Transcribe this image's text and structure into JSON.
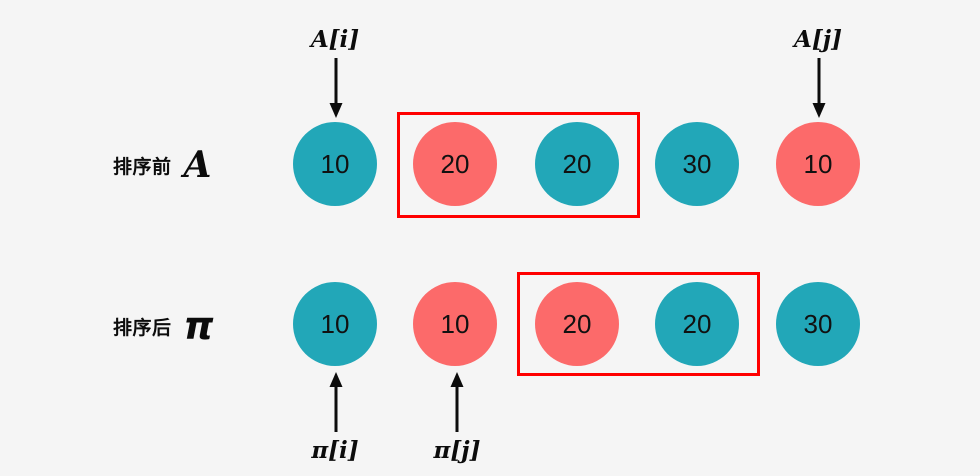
{
  "figure": {
    "background_color": "#f5f5f5",
    "highlight_color": "#ff0000",
    "teal_color": "#22a7b8",
    "salmon_color": "#fc6a6a",
    "text_color": "#0c0c0c"
  },
  "rows": [
    {
      "id": "before",
      "label_cn": "排序前",
      "label_symbol": "A",
      "values": [
        "10",
        "20",
        "20",
        "30",
        "10"
      ],
      "colors": [
        "teal",
        "salmon",
        "teal",
        "teal",
        "salmon"
      ],
      "highlight_indices": [
        1,
        2
      ]
    },
    {
      "id": "after",
      "label_cn": "排序后",
      "label_symbol": "π",
      "values": [
        "10",
        "10",
        "20",
        "20",
        "30"
      ],
      "colors": [
        "teal",
        "salmon",
        "salmon",
        "teal",
        "teal"
      ],
      "highlight_indices": [
        2,
        3
      ]
    }
  ],
  "pointers": {
    "top": [
      {
        "name": "A[i]",
        "text": "A[i]",
        "target_index": 0
      },
      {
        "name": "A[j]",
        "text": "A[j]",
        "target_index": 4
      }
    ],
    "bottom": [
      {
        "name": "pi[i]",
        "text": "π[i]",
        "target_index": 0
      },
      {
        "name": "pi[j]",
        "text": "π[j]",
        "target_index": 1
      }
    ]
  }
}
